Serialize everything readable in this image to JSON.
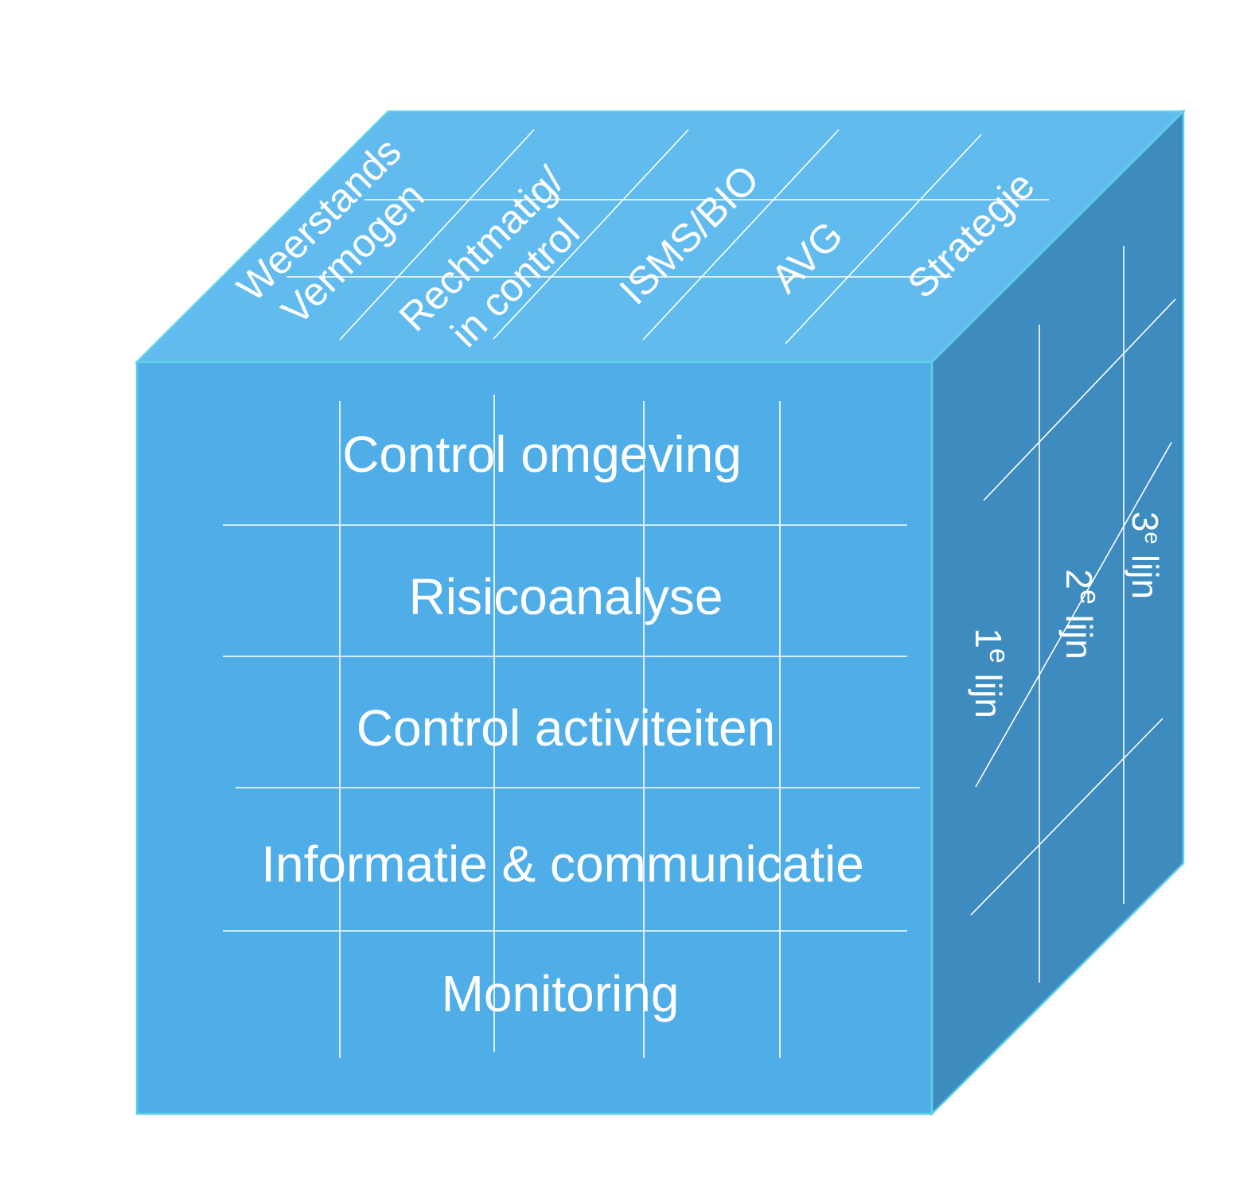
{
  "colors": {
    "top_face": "#62bbee",
    "front_face": "#4faee8",
    "side_face": "#3e8bbf",
    "edge": "#5fd0e8",
    "text": "#ffffff"
  },
  "front": {
    "rows": [
      "Control omgeving",
      "Risicoanalyse",
      "Control activiteiten",
      "Informatie & communicatie",
      "Monitoring"
    ]
  },
  "top": {
    "items": [
      {
        "line1": "Weerstands",
        "line2": "Vermogen"
      },
      {
        "line1": "Rechtmatig/",
        "line2": "in control"
      },
      {
        "line1": "ISMS/BIO",
        "line2": ""
      },
      {
        "line1": "AVG",
        "line2": ""
      },
      {
        "line1": "Strategie",
        "line2": ""
      }
    ]
  },
  "side": {
    "lines": [
      {
        "num": "3",
        "sup": "e",
        "word": " lijn"
      },
      {
        "num": "2",
        "sup": "e",
        "word": " lijn"
      },
      {
        "num": "1",
        "sup": "e",
        "word": " lijn"
      }
    ]
  }
}
